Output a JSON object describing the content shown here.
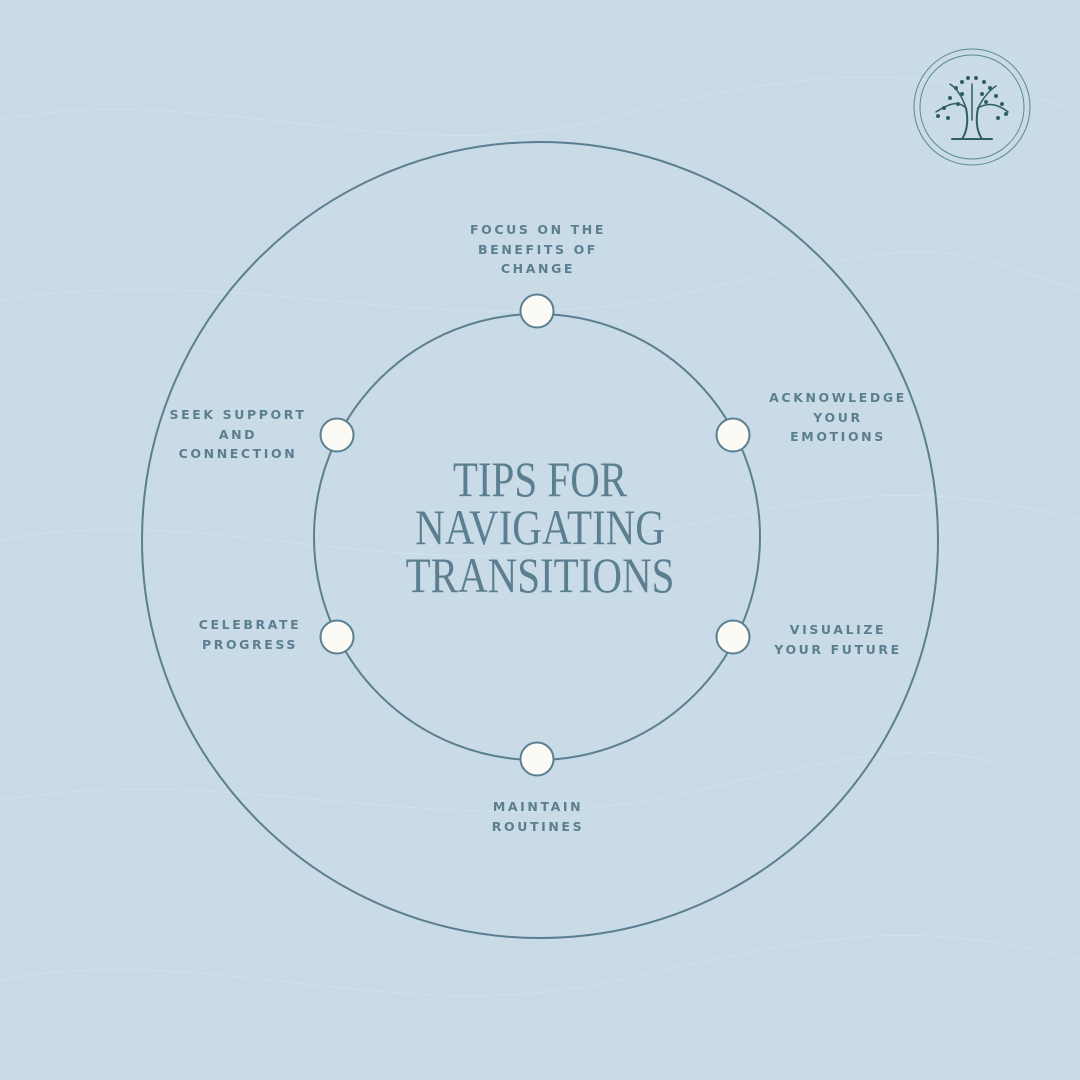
{
  "title": {
    "lines": [
      "TIPS FOR",
      "NAVIGATING",
      "TRANSITIONS"
    ]
  },
  "tips": [
    {
      "lines": [
        "FOCUS ON THE",
        "BENEFITS OF",
        "CHANGE"
      ]
    },
    {
      "lines": [
        "ACKNOWLEDGE",
        "YOUR",
        "EMOTIONS"
      ]
    },
    {
      "lines": [
        "VISUALIZE",
        "YOUR FUTURE"
      ]
    },
    {
      "lines": [
        "MAINTAIN",
        "ROUTINES"
      ]
    },
    {
      "lines": [
        "CELEBRATE",
        "PROGRESS"
      ]
    },
    {
      "lines": [
        "SEEK SUPPORT",
        "AND",
        "CONNECTION"
      ]
    }
  ],
  "logo": {
    "icon": "tree-icon"
  },
  "colors": {
    "background": "#c8dbe6",
    "ink": "#5b7f91",
    "node_fill": "#fbfaf5",
    "logo": "#2f5f66"
  }
}
